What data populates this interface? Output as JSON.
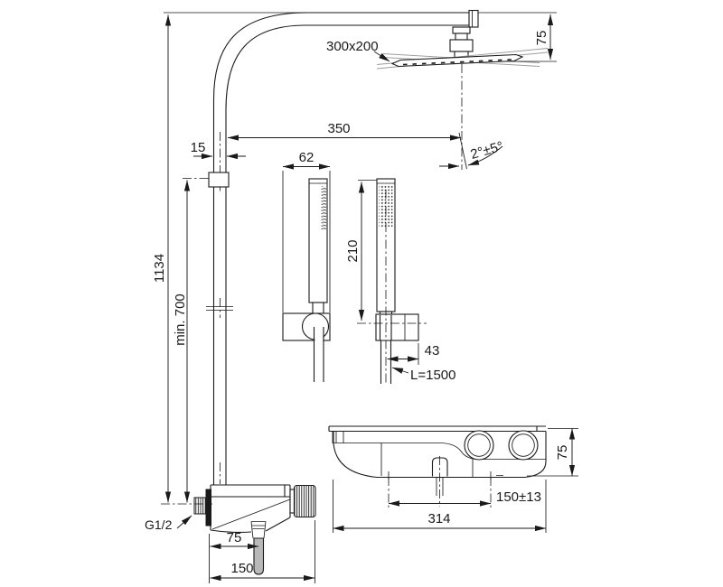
{
  "labels": {
    "overall_height": "1134",
    "min_height": "min. 700",
    "riser_width": "15",
    "arm_reach": "350",
    "head_size": "300x200",
    "head_drop": "75",
    "head_tilt": "2°±5°",
    "holder_width": "62",
    "handshower_length": "210",
    "holder_offset": "43",
    "hose_length": "L=1500",
    "thread": "G1/2",
    "handle_offset": "75",
    "mixer_length": "150",
    "body_depth": "75",
    "outlet_spacing": "150±13",
    "body_width": "314"
  },
  "colors": {
    "line": "#1a1a1a",
    "sketch": "#9b9b9b",
    "metal": "#b9b9b9",
    "background": "#ffffff"
  }
}
